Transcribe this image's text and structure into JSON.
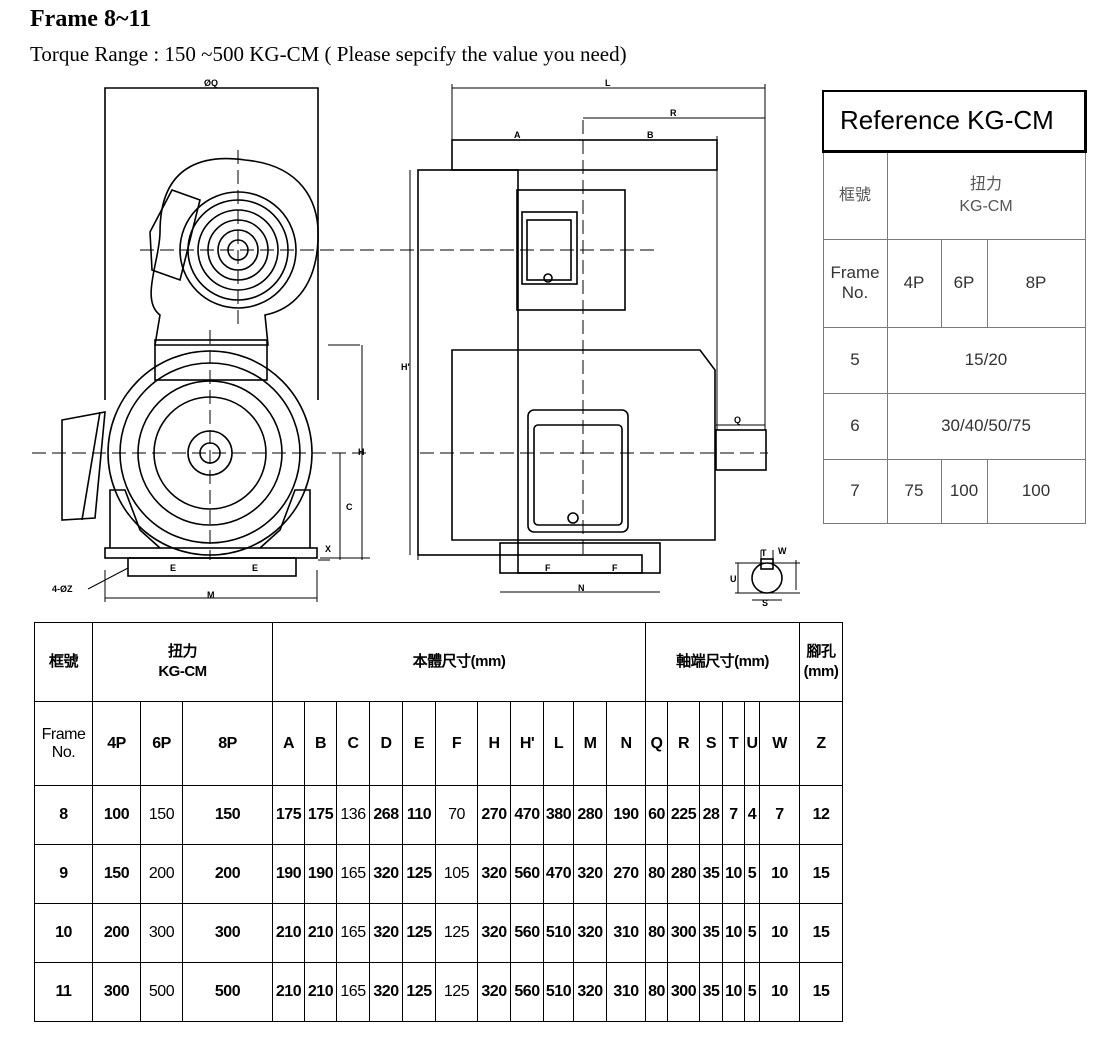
{
  "header": {
    "title": "Frame 8~11",
    "subtitle": "Torque Range : 150 ~500 KG-CM ( Please sepcify the value you need)"
  },
  "drawing_labels": {
    "q_dia": "ØQ",
    "L": "L",
    "R": "R",
    "A": "A",
    "B": "B",
    "H_prime": "H'",
    "H": "H",
    "C": "C",
    "X": "X",
    "E": "E",
    "F": "F",
    "M": "M",
    "N": "N",
    "Q": "Q",
    "hole": "4-ØZ",
    "W": "W",
    "T": "T",
    "U": "U",
    "S": "S"
  },
  "reference_table": {
    "title": "Reference KG-CM",
    "frame_label": "框號",
    "torque_label_zh": "扭力",
    "torque_label_en": "KG-CM",
    "frame_no_label": "Frame No.",
    "poles": [
      "4P",
      "6P",
      "8P"
    ],
    "rows": [
      {
        "frame": "5",
        "value": "15/20"
      },
      {
        "frame": "6",
        "value": "30/40/50/75"
      },
      {
        "frame": "7",
        "p4": "75",
        "p6": "100",
        "p8": "100"
      }
    ]
  },
  "main_table": {
    "group_frame": "框號",
    "group_torque_zh": "扭力",
    "group_torque_en": "KG-CM",
    "group_body": "本體尺寸(mm)",
    "group_shaft": "軸端尺寸(mm)",
    "group_hole": "腳孔(mm)",
    "columns": [
      "Frame No.",
      "4P",
      "6P",
      "8P",
      "A",
      "B",
      "C",
      "D",
      "E",
      "F",
      "H",
      "H'",
      "L",
      "M",
      "N",
      "Q",
      "R",
      "S",
      "T",
      "U",
      "W",
      "Z"
    ],
    "rows": [
      [
        "8",
        "100",
        "150",
        "150",
        "175",
        "175",
        "136",
        "268",
        "110",
        "70",
        "270",
        "470",
        "380",
        "280",
        "190",
        "60",
        "225",
        "28",
        "7",
        "4",
        "7",
        "12"
      ],
      [
        "9",
        "150",
        "200",
        "200",
        "190",
        "190",
        "165",
        "320",
        "125",
        "105",
        "320",
        "560",
        "470",
        "320",
        "270",
        "80",
        "280",
        "35",
        "10",
        "5",
        "10",
        "15"
      ],
      [
        "10",
        "200",
        "300",
        "300",
        "210",
        "210",
        "165",
        "320",
        "125",
        "125",
        "320",
        "560",
        "510",
        "320",
        "310",
        "80",
        "300",
        "35",
        "10",
        "5",
        "10",
        "15"
      ],
      [
        "11",
        "300",
        "500",
        "500",
        "210",
        "210",
        "165",
        "320",
        "125",
        "125",
        "320",
        "560",
        "510",
        "320",
        "310",
        "80",
        "300",
        "35",
        "10",
        "5",
        "10",
        "15"
      ]
    ]
  }
}
